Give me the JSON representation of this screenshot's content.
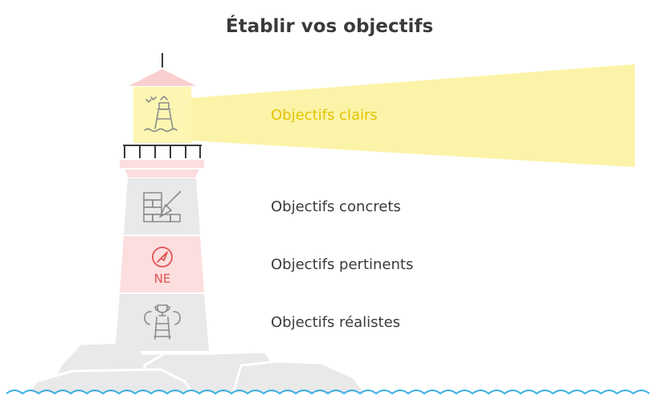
{
  "title": "Établir vos objectifs",
  "levels": [
    {
      "label": "Objectifs clairs",
      "icon": "lighthouse-icon",
      "color": "#e2c400"
    },
    {
      "label": "Objectifs concrets",
      "icon": "brick-trowel-icon",
      "color": "#3a3a3a"
    },
    {
      "label": "Objectifs pertinents",
      "icon": "compass-icon",
      "color": "#3a3a3a"
    },
    {
      "label": "Objectifs réalistes",
      "icon": "ladder-trophy-icon",
      "color": "#3a3a3a"
    }
  ],
  "compass_text": "NE",
  "colors": {
    "beam": "#fbf3a8",
    "lantern": "#fdf6b2",
    "roof": "#f9cfcf",
    "tower_gray": "#e9e9e9",
    "tower_pink": "#fcdede",
    "rocks": "#e9e9e9",
    "water": "#3ab0e3",
    "accent_red": "#e05252"
  }
}
